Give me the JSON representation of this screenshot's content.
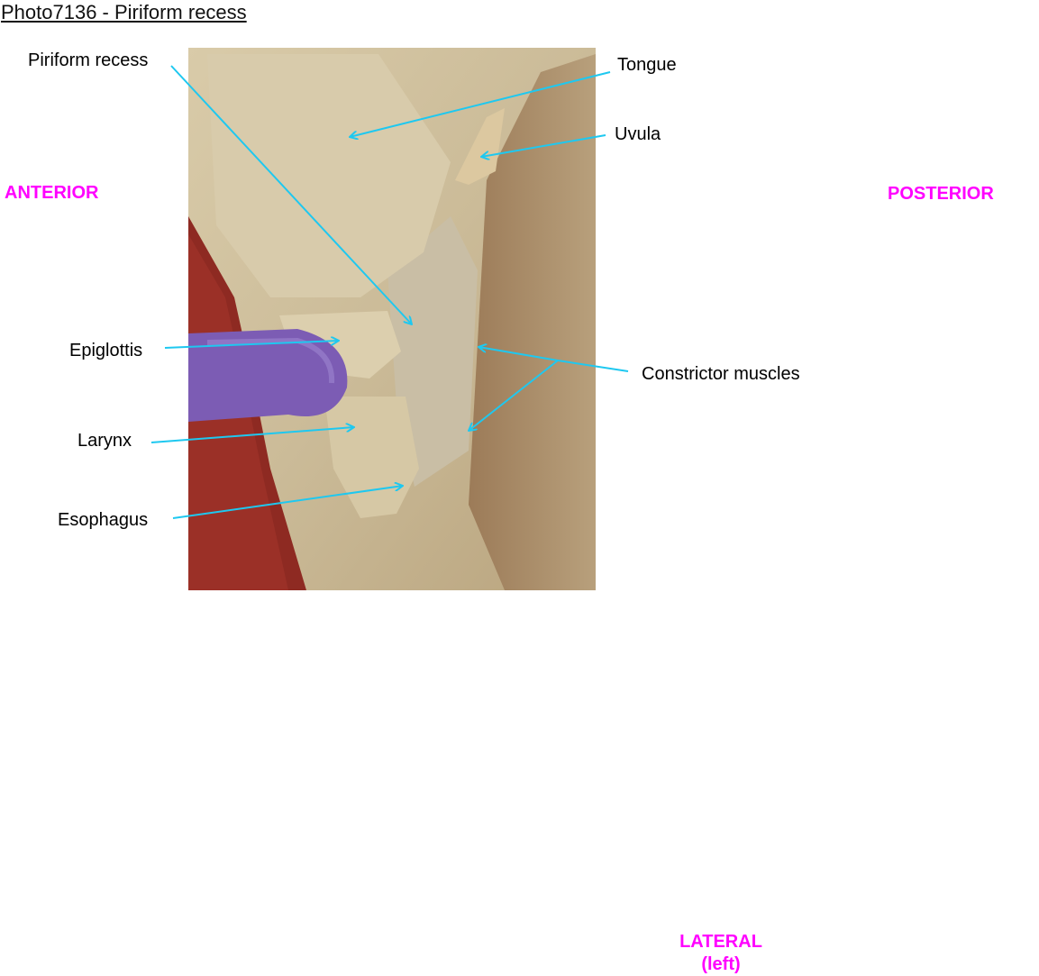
{
  "title": "Photo7136 - Piriform recess",
  "labels": {
    "piriform_recess": "Piriform recess",
    "tongue": "Tongue",
    "uvula": "Uvula",
    "epiglottis": "Epiglottis",
    "constrictor_muscles": "Constrictor muscles",
    "larynx": "Larynx",
    "esophagus": "Esophagus"
  },
  "orientation": {
    "anterior": "ANTERIOR",
    "posterior": "POSTERIOR",
    "lateral": "LATERAL",
    "lateral_side": "(left)"
  },
  "colors": {
    "arrow": "#1ec8f0",
    "orientation": "#ff00ff"
  }
}
